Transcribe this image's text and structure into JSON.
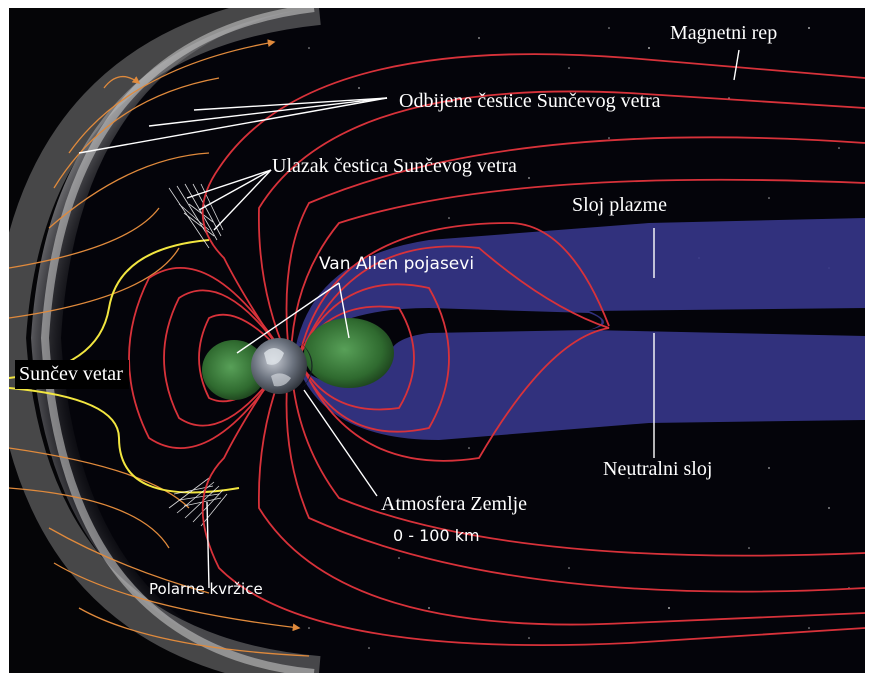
{
  "labels": {
    "magnetic_tail": "Magnetni rep",
    "reflected_particles": "Odbijene čestice Sunčevog vetra",
    "particle_entry": "Ulazak čestica Sunčevog vetra",
    "plasma_sheet": "Sloj plazme",
    "van_allen_belts": "Van Allen pojasevi",
    "solar_wind": "Sunčev vetar",
    "neutral_sheet": "Neutralni sloj",
    "atmosphere": "Atmosfera Zemlje",
    "atmosphere_range": "0 - 100 km",
    "polar_cusps": "Polarne kvržice"
  },
  "colors": {
    "space": "#04040a",
    "field_lines": "#d8323a",
    "solar_wind_lines": "#e08a3c",
    "highlight_lines": "#f2e640",
    "plasma": "#3a3a8c",
    "van_allen": "#2f6a2f",
    "leader_lines": "#ffffff"
  },
  "icons": {
    "earth": "earth-icon"
  }
}
